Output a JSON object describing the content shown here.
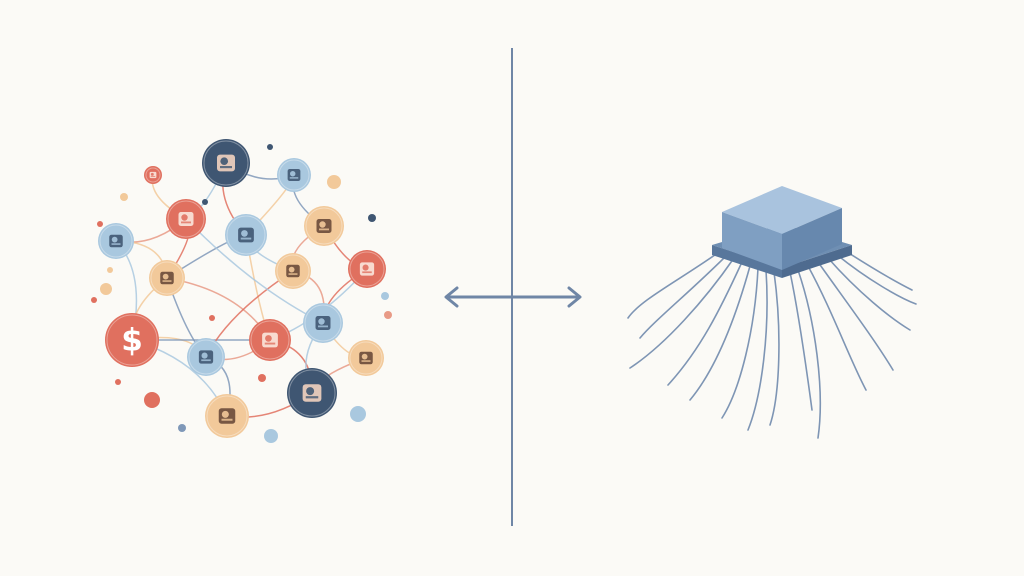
{
  "palette": {
    "background": "#fbfaf6",
    "divider": "#6f86a6",
    "coral": "#e0705f",
    "navy": "#3f5672",
    "light_blue": "#a9c8df",
    "peach": "#f2c99a",
    "chip_top": "#9fbad6",
    "chip_side": "#6f8fb3",
    "wire": "#7e95b4"
  },
  "left_network": {
    "nodes": [
      {
        "icon": "hand-icon",
        "color": "navy"
      },
      {
        "icon": "bird-icon",
        "color": "light_blue"
      },
      {
        "icon": "document-icon",
        "color": "coral"
      },
      {
        "icon": "browser-window-icon",
        "color": "light_blue"
      },
      {
        "icon": "person-portrait-icon",
        "color": "peach"
      },
      {
        "icon": "id-card-icon",
        "color": "light_blue"
      },
      {
        "icon": "plant-pot-icon",
        "color": "peach"
      },
      {
        "icon": "magnifier-icon",
        "color": "peach"
      },
      {
        "icon": "chart-icon",
        "color": "coral"
      },
      {
        "icon": "dollar-icon",
        "color": "coral",
        "glyph": "$"
      },
      {
        "icon": "folder-icon",
        "color": "coral"
      },
      {
        "icon": "receipt-icon",
        "color": "light_blue"
      },
      {
        "icon": "camera-icon",
        "color": "light_blue"
      },
      {
        "icon": "newspaper-icon",
        "color": "peach"
      },
      {
        "icon": "ticket-icon",
        "color": "navy"
      },
      {
        "icon": "heart-hands-icon",
        "color": "peach"
      },
      {
        "icon": "info-icon",
        "color": "coral"
      }
    ]
  },
  "center": {
    "connector": "double-arrow-icon"
  },
  "right_chip": {
    "icon": "processor-chip-icon"
  }
}
